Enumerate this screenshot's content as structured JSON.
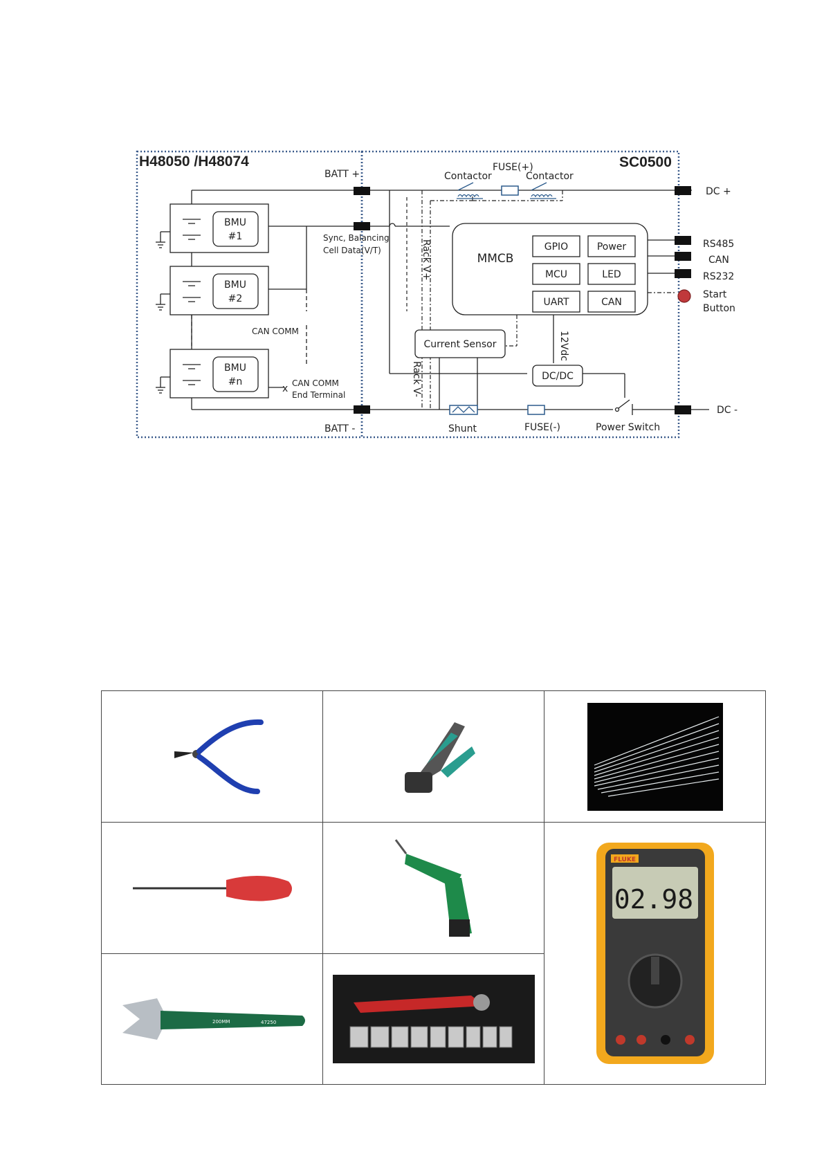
{
  "diagram": {
    "title_left": "H48050 /H48074",
    "title_right": "SC0500",
    "batt_plus": "BATT +",
    "batt_minus": "BATT -",
    "bmu1_line1": "BMU",
    "bmu1_line2": "#1",
    "bmu2_line1": "BMU",
    "bmu2_line2": "#2",
    "bmun_line1": "BMU",
    "bmun_line2": "#n",
    "can_comm": "CAN COMM",
    "can_comm_end1": "CAN COMM",
    "can_comm_end2": "End Terminal",
    "sync_line1": "Sync, Balancing",
    "sync_line2": "Cell Data(V/T)",
    "rack_vplus": "Rack V+",
    "rack_vminus": "Rack V-",
    "contactor_left": "Contactor",
    "contactor_right": "Contactor",
    "fuse_plus": "FUSE(+)",
    "fuse_minus": "FUSE(-)",
    "shunt": "Shunt",
    "power_switch": "Power Switch",
    "mmcb": "MMCB",
    "gpio": "GPIO",
    "power": "Power",
    "mcu": "MCU",
    "led": "LED",
    "uart": "UART",
    "can_block": "CAN",
    "current_sensor": "Current Sensor",
    "dcdc": "DC/DC",
    "twelve_vdc": "12Vdc",
    "dc_plus": "DC  +",
    "dc_minus": "DC  -",
    "rs485": "RS485",
    "can_port": "CAN",
    "rs232": "RS232",
    "start1": "Start",
    "start2": "Button"
  },
  "tools": {
    "multimeter_brand": "FLUKE",
    "multimeter_reading": "02.98",
    "wrench_text1": "200MM",
    "wrench_text2": "47250"
  }
}
